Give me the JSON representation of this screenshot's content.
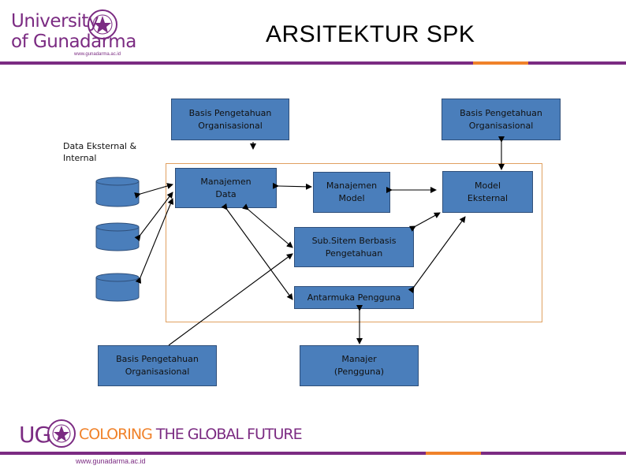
{
  "header": {
    "logo_line1": "University",
    "logo_line2": "of Gunadarma",
    "logo_url": "www.gunadarma.ac.id",
    "title": "ARSITEKTUR SPK"
  },
  "diagram": {
    "external_data_label": "Data Eksternal &\nInternal",
    "boxes": {
      "basis_pengetahuan_top_left": "Basis Pengetahuan\nOrganisasional",
      "basis_pengetahuan_top_right": "Basis Pengetahuan\nOrganisasional",
      "manajemen_data": "Manajemen\nData",
      "manajemen_model": "Manajemen\nModel",
      "model_eksternal": "Model\nEksternal",
      "subsistem": "Sub.Sitem Berbasis\nPengetahuan",
      "antarmuka": "Antarmuka Pengguna",
      "basis_pengetahuan_bottom": "Basis Pengetahuan\nOrganisasional",
      "manajer": "Manajer\n(Pengguna)"
    }
  },
  "footer": {
    "ug": "UG",
    "tagline_part1": "COLORING",
    "tagline_part2": " THE GLOBAL FUTURE",
    "url": "www.gunadarma.ac.id"
  },
  "colors": {
    "brand_purple": "#7b2b82",
    "brand_orange": "#f0822a",
    "box_fill": "#4a7ebb",
    "frame": "#e0a060"
  }
}
